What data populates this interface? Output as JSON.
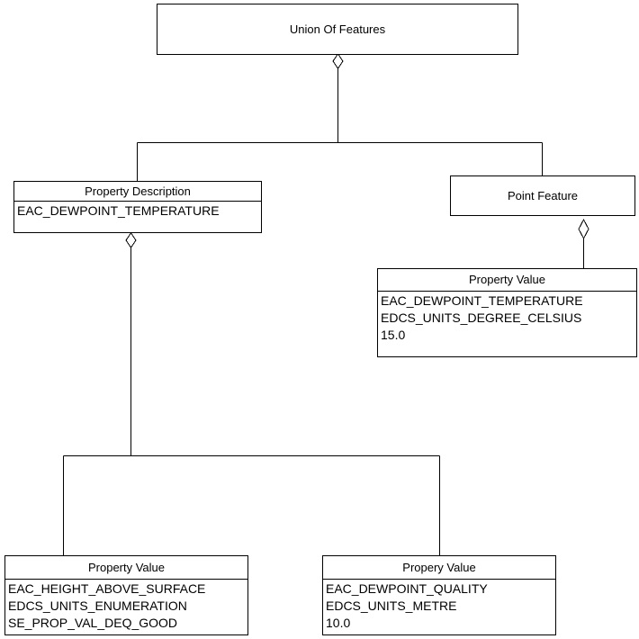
{
  "diagram": {
    "title": "Union Of Features aggregation diagram",
    "type": "uml-object-diagram",
    "stroke_color": "#000000",
    "background_color": "#ffffff"
  },
  "nodes": {
    "union_of_features": {
      "header": "Union Of Features",
      "attributes": []
    },
    "property_description": {
      "header": "Property Description",
      "attributes": [
        "EAC_DEWPOINT_TEMPERATURE"
      ]
    },
    "point_feature": {
      "header": "Point Feature",
      "attributes": []
    },
    "property_value_dewpoint_temperature": {
      "header": "Property Value",
      "attributes": [
        "EAC_DEWPOINT_TEMPERATURE",
        "EDCS_UNITS_DEGREE_CELSIUS",
        "15.0"
      ]
    },
    "property_value_height_above_surface": {
      "header": "Property Value",
      "attributes": [
        "EAC_HEIGHT_ABOVE_SURFACE",
        "EDCS_UNITS_ENUMERATION",
        "SE_PROP_VAL_DEQ_GOOD"
      ]
    },
    "property_value_dewpoint_quality": {
      "header": "Propery Value",
      "attributes": [
        "EAC_DEWPOINT_QUALITY",
        "EDCS_UNITS_METRE",
        "10.0"
      ]
    }
  },
  "connectors": [
    {
      "name": "union-to-children",
      "kind": "aggregation",
      "diamond_at": "union_of_features_bottom",
      "from": "union_of_features",
      "to": [
        "property_description",
        "point_feature"
      ]
    },
    {
      "name": "property-description-to-values",
      "kind": "aggregation",
      "diamond_at": "property_description_bottom",
      "from": "property_description",
      "to": [
        "property_value_height_above_surface",
        "property_value_dewpoint_quality"
      ]
    },
    {
      "name": "point-feature-to-value",
      "kind": "aggregation",
      "diamond_at": "point_feature_bottom",
      "from": "point_feature",
      "to": [
        "property_value_dewpoint_temperature"
      ]
    }
  ]
}
